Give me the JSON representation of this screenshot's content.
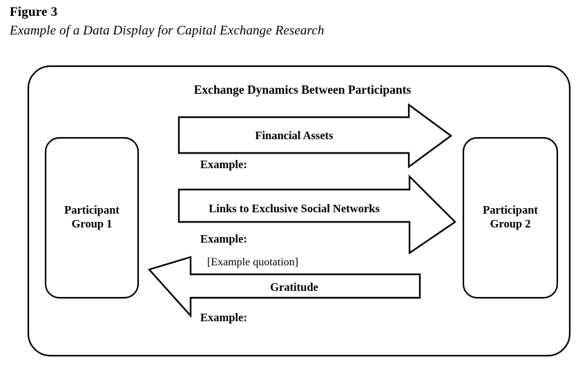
{
  "figure": {
    "label": "Figure 3",
    "title": "Example of a Data Display for Capital Exchange Research"
  },
  "diagram": {
    "header": "Exchange Dynamics Between Participants",
    "left_box": {
      "line1": "Participant",
      "line2": "Group 1"
    },
    "right_box": {
      "line1": "Participant",
      "line2": "Group 2"
    },
    "flows": [
      {
        "label": "Financial Assets",
        "direction": "left-to-right",
        "example_label": "Example:",
        "quotation": ""
      },
      {
        "label": "Links to Exclusive Social Networks",
        "direction": "left-to-right",
        "example_label": "Example:",
        "quotation": ""
      },
      {
        "label": "Gratitude",
        "direction": "right-to-left",
        "example_label": "Example:",
        "quotation": "[Example quotation]"
      }
    ]
  },
  "colors": {
    "stroke": "#000000",
    "fill": "#ffffff",
    "text": "#000000"
  }
}
